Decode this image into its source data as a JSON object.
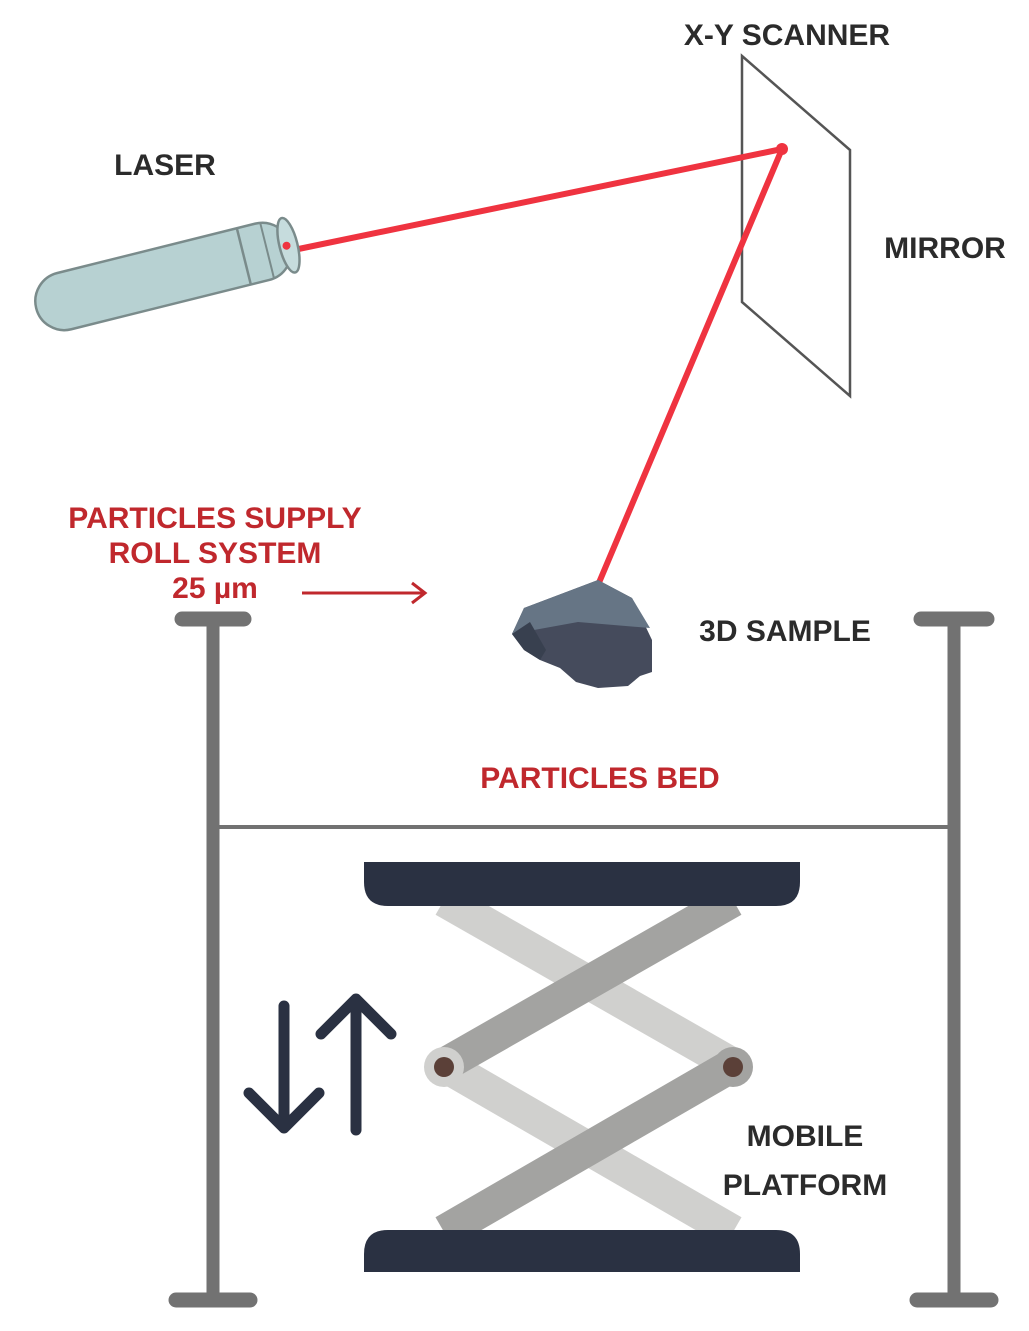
{
  "labels": {
    "laser": "LASER",
    "scanner": "X-Y SCANNER",
    "mirror": "MIRROR",
    "supply_line1": "PARTICLES SUPPLY",
    "supply_line2": "ROLL SYSTEM",
    "supply_line3": "25 µm",
    "sample": "3D SAMPLE",
    "bed": "PARTICLES BED",
    "platform_line1": "MOBILE",
    "platform_line2": "PLATFORM"
  },
  "colors": {
    "beam": "#ef3340",
    "red_text": "#c0282d",
    "dark_text": "#2b2b2b",
    "frame": "#727272",
    "platform": "#2a3142",
    "laser_body": "#b7d1d2",
    "scissor_dark": "#a3a3a1",
    "scissor_light": "#d0d0ce"
  },
  "icons": {
    "laser": "laser-emitter-icon",
    "mirror": "mirror-panel-icon",
    "sample": "sample-rock-icon",
    "lift": "scissor-lift-icon",
    "updown": "up-down-arrows-icon"
  }
}
